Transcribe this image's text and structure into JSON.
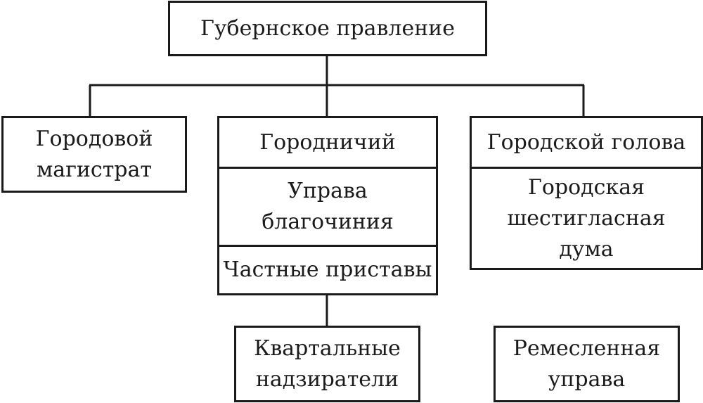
{
  "diagram": {
    "root": "Губернское правление",
    "magistrat": "Городовой\nмагистрат",
    "gorodnichiy": {
      "title": "Городничий",
      "uprava": "Управа\nблагочиния",
      "pristavy": "Частные приставы"
    },
    "golova": {
      "title": "Городской голова",
      "duma": "Городская\nшестигласная\nдума"
    },
    "nadzirateli": "Квартальные\nнадзиратели",
    "remeslennaya": "Ремесленная\nуправа"
  }
}
